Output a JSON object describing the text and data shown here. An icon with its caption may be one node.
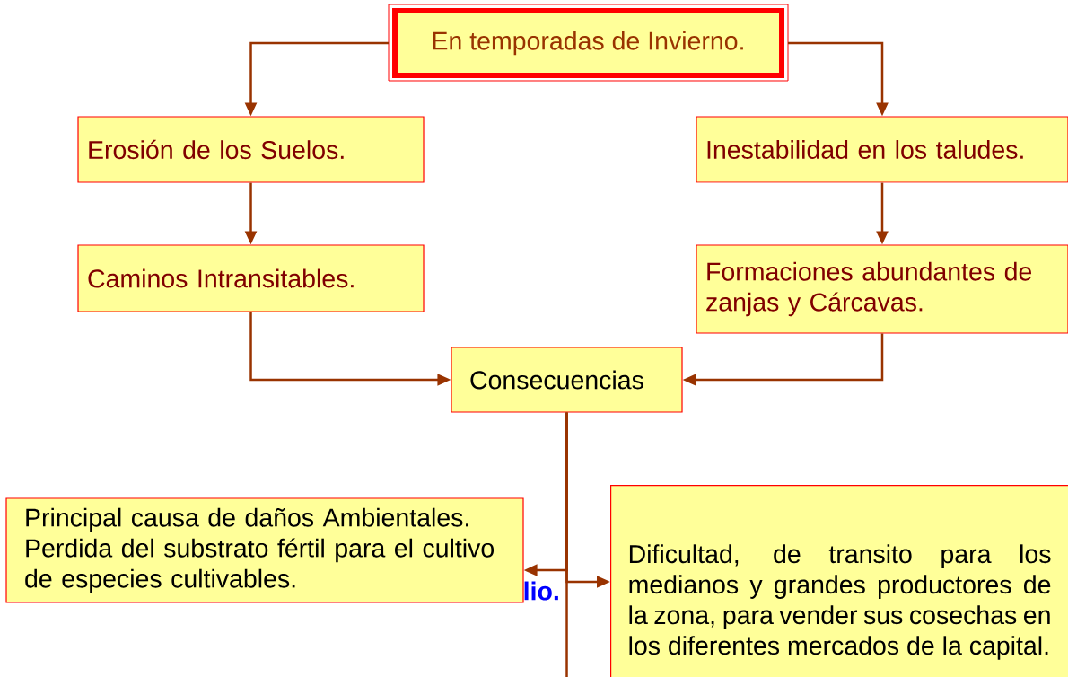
{
  "diagram": {
    "nodes": [
      {
        "text": [
          "En temporadas de Invierno."
        ]
      },
      {
        "text": [
          "Erosión de los Suelos."
        ]
      },
      {
        "text": [
          "Inestabilidad en los taludes."
        ]
      },
      {
        "text": [
          "Caminos Intransitables."
        ]
      },
      {
        "text": [
          "Formaciones abundantes de zanjas y Cárcavas."
        ]
      },
      {
        "text": [
          "Consecuencias"
        ]
      },
      {
        "text": [
          "Principal causa de daños Ambientales. Perdida del substrato fértil para el cultivo de especies cultivables."
        ]
      },
      {
        "text": [
          "Dificultad, de transito para los medianos y grandes productores de la zona,  para vender sus cosechas en los diferentes mercados de la capital."
        ]
      }
    ],
    "edges": [
      {
        "from": 0,
        "to": 1,
        "arrow": "to"
      },
      {
        "from": 0,
        "to": 2,
        "arrow": "to"
      },
      {
        "from": 1,
        "to": 3,
        "arrow": "to"
      },
      {
        "from": 2,
        "to": 4,
        "arrow": "to"
      },
      {
        "from": 3,
        "to": 5,
        "arrow": "to"
      },
      {
        "from": 4,
        "to": 5,
        "arrow": "to"
      },
      {
        "from": 5,
        "to": 6,
        "arrow": "to"
      },
      {
        "from": 5,
        "to": 7,
        "arrow": "to"
      },
      {
        "from": 5,
        "to": null,
        "arrow": "none"
      }
    ],
    "labels": [
      "lio."
    ]
  }
}
